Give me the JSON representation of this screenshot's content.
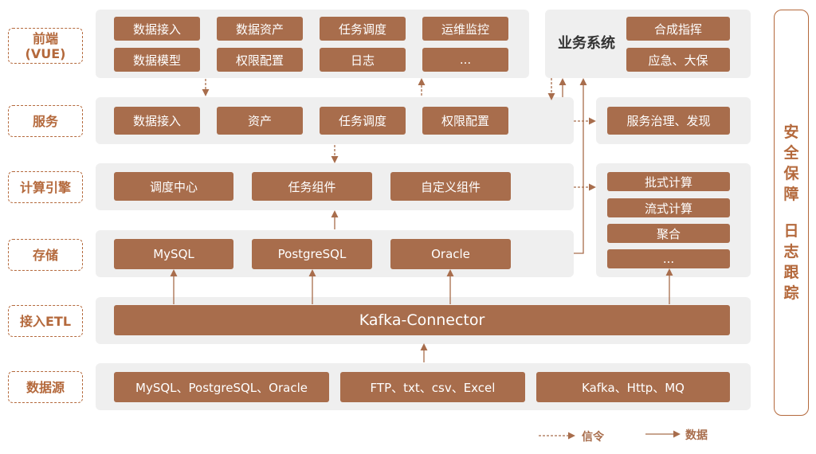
{
  "layers": {
    "frontend": "前端\n(VUE)",
    "service": "服务",
    "compute": "计算引擎",
    "storage": "存储",
    "etl": "接入ETL",
    "datasource": "数据源"
  },
  "frontend_items": [
    "数据接入",
    "数据资产",
    "任务调度",
    "运维监控",
    "数据模型",
    "权限配置",
    "日志",
    "..."
  ],
  "business": {
    "title": "业务系统",
    "items": [
      "合成指挥",
      "应急、大保"
    ]
  },
  "service_items": [
    "数据接入",
    "资产",
    "任务调度",
    "权限配置"
  ],
  "service_governance": "服务治理、发现",
  "compute_items": [
    "调度中心",
    "任务组件",
    "自定义组件"
  ],
  "compute_types": [
    "批式计算",
    "流式计算",
    "聚合",
    "..."
  ],
  "storage_items": [
    "MySQL",
    "PostgreSQL",
    "Oracle"
  ],
  "etl_item": "Kafka-Connector",
  "datasource_items": [
    "MySQL、PostgreSQL、Oracle",
    "FTP、txt、csv、Excel",
    "Kafka、Http、MQ"
  ],
  "side": {
    "top": "安全保障",
    "bottom": "日志跟踪"
  },
  "legend": {
    "signal": "信令",
    "data": "数据"
  },
  "colors": {
    "box": "#a86d4c",
    "panel": "#efefef",
    "accent": "#b4693c"
  }
}
